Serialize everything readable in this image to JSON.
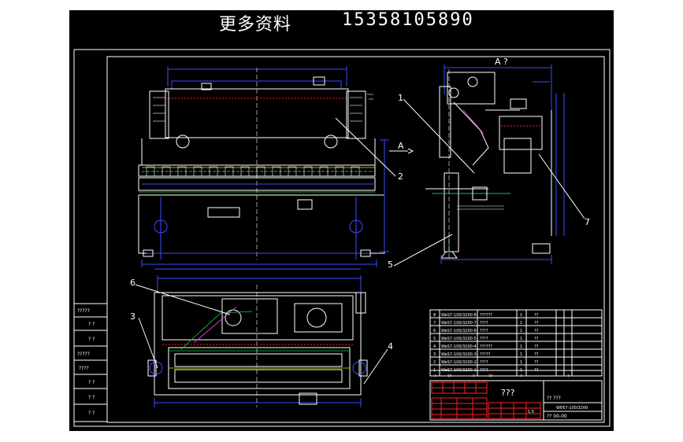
{
  "header": {
    "title": "更多资料",
    "phone": "15358105890"
  },
  "callouts": [
    "1",
    "2",
    "3",
    "4",
    "5",
    "6",
    "7"
  ],
  "view_labels": {
    "section_a": "A ?",
    "arrow_a": "A",
    "panel_label": "??????"
  },
  "bom": {
    "rows": [
      {
        "no": "8",
        "code": "WeS7-100/3200-8",
        "name": "??????",
        "qty": "1",
        "note": "??"
      },
      {
        "no": "7",
        "code": "WeS7-100/3200-7",
        "name": "????",
        "qty": "1",
        "note": "??"
      },
      {
        "no": "6",
        "code": "WeS7-100/3200-6",
        "name": "????",
        "qty": "1",
        "note": "??"
      },
      {
        "no": "5",
        "code": "WeS7-100/3200-5",
        "name": "????",
        "qty": "1",
        "note": "??"
      },
      {
        "no": "4",
        "code": "WeS7-100/3200-4",
        "name": "??????",
        "qty": "1",
        "note": "??"
      },
      {
        "no": "3",
        "code": "WeS7-100/3200-3",
        "name": "?????",
        "qty": "1",
        "note": "??"
      },
      {
        "no": "2",
        "code": "WeS7-100/3200-2",
        "name": "????",
        "qty": "1",
        "note": "??"
      },
      {
        "no": "1",
        "code": "WeS7-100/3200-1",
        "name": "????",
        "qty": "1",
        "note": "??"
      }
    ],
    "header_cells": [
      "?",
      "??",
      "?",
      "??",
      "?",
      "?"
    ]
  },
  "title_block": {
    "name": "???",
    "field_label": "?? ???",
    "drawing_code": "WE67-100/3200",
    "drawing_no": "?? 00-00",
    "scale_label": "1:5"
  },
  "side_table": [
    "?????",
    "? ?",
    "? ?",
    "?????",
    "????",
    "? ?",
    "? ?",
    "? ?"
  ]
}
